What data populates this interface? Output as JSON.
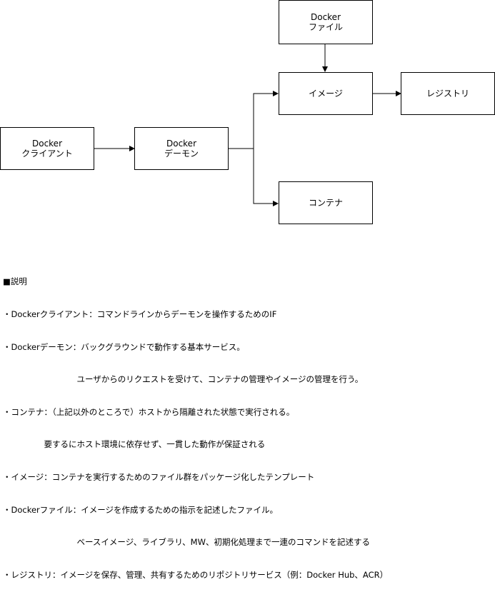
{
  "nodes": {
    "dockerfile": {
      "line1": "Docker",
      "line2": "ファイル"
    },
    "image": {
      "label": "イメージ"
    },
    "registry": {
      "label": "レジストリ"
    },
    "client": {
      "line1": "Docker",
      "line2": "クライアント"
    },
    "daemon": {
      "line1": "Docker",
      "line2": "デーモン"
    },
    "container": {
      "label": "コンテナ"
    }
  },
  "legend": {
    "heading": "■説明",
    "lines": [
      "・Dockerクライアント：コマンドラインからデーモンを操作するためのIF",
      "・Dockerデーモン：バックグラウンドで動作する基本サービス。",
      "　　　　　　　　　ユーザからのリクエストを受けて、コンテナの管理やイメージの管理を行う。",
      "・コンテナ：（上記以外のところで）ホストから隔離された状態で実行される。",
      "　　　　　要するにホスト環境に依存せず、一貫した動作が保証される",
      "・イメージ：コンテナを実行するためのファイル群をパッケージ化したテンプレート",
      "・Dockerファイル：イメージを作成するための指示を記述したファイル。",
      "　　　　　　　　　ベースイメージ、ライブラリ、MW、初期化処理まで一連のコマンドを記述する",
      "・レジストリ：イメージを保存、管理、共有するためのリポジトリサービス（例：Docker Hub、ACR）"
    ]
  }
}
